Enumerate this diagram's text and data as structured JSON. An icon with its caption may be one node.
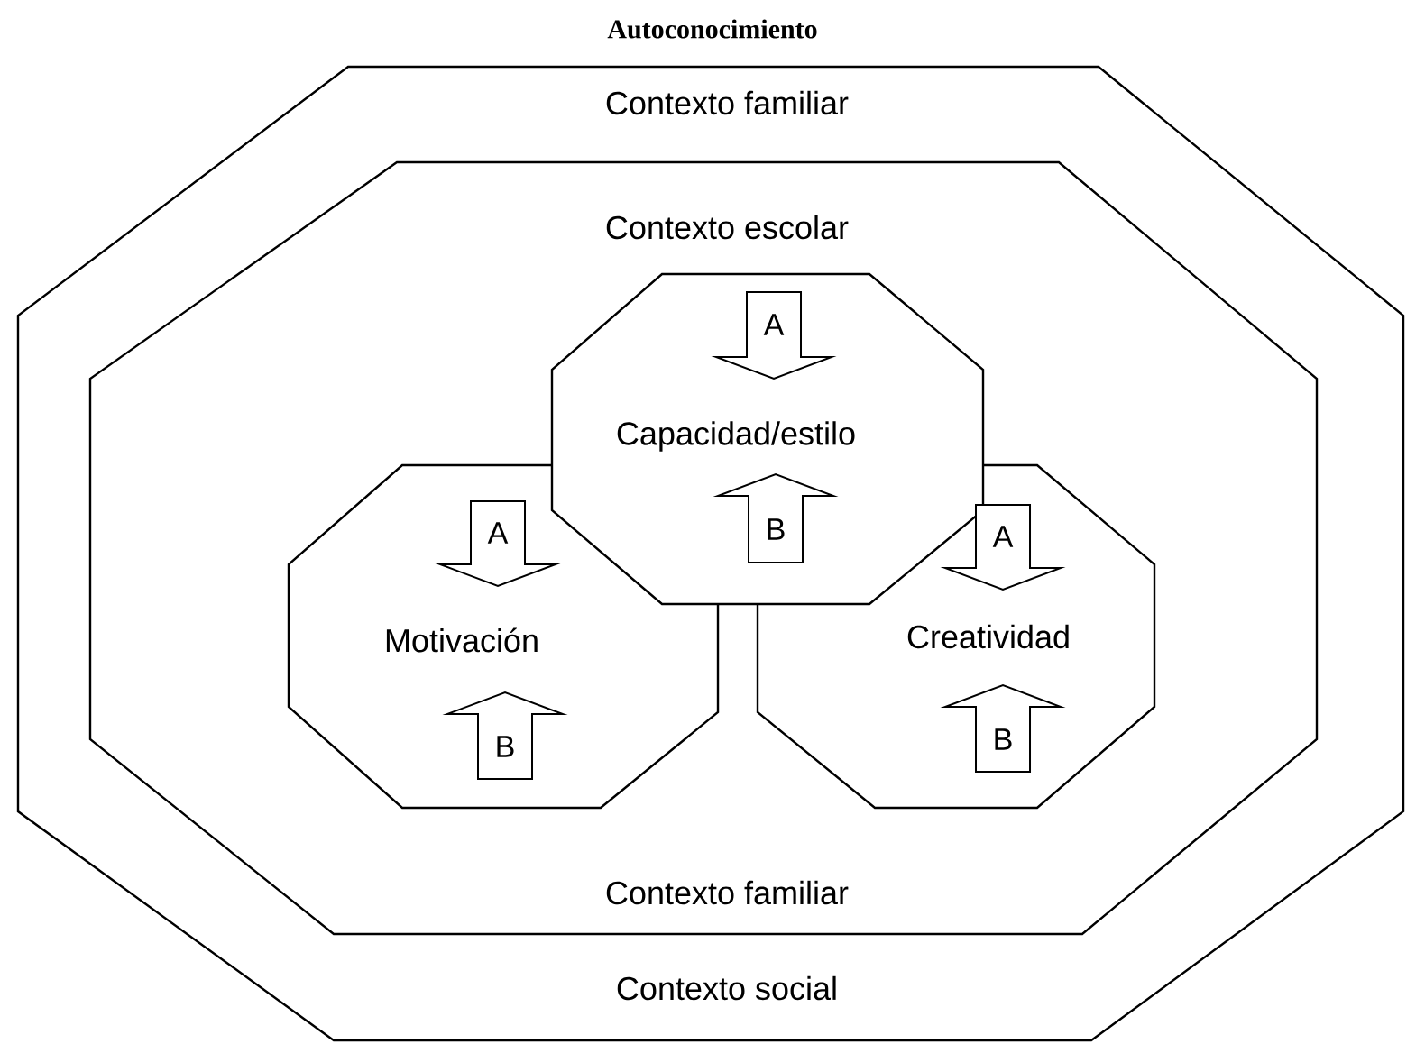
{
  "diagram": {
    "title": "Autoconocimiento",
    "nodes": [
      {
        "text": [
          "Contexto familiar",
          "Contexto social"
        ]
      },
      {
        "text": [
          "Contexto escolar",
          "Contexto familiar"
        ],
        "in": 0
      },
      {
        "text": [
          "Capacidad/estilo"
        ],
        "in": 1
      },
      {
        "text": [
          "A"
        ],
        "in": 2
      },
      {
        "text": [
          "B"
        ],
        "in": 2
      },
      {
        "text": [
          "Motivación"
        ],
        "in": 1
      },
      {
        "text": [
          "A"
        ],
        "in": 5
      },
      {
        "text": [
          "B"
        ],
        "in": 5
      },
      {
        "text": [
          "Creatividad"
        ],
        "in": 1
      },
      {
        "text": [
          "A"
        ],
        "in": 8
      },
      {
        "text": [
          "B"
        ],
        "in": 8
      }
    ]
  }
}
